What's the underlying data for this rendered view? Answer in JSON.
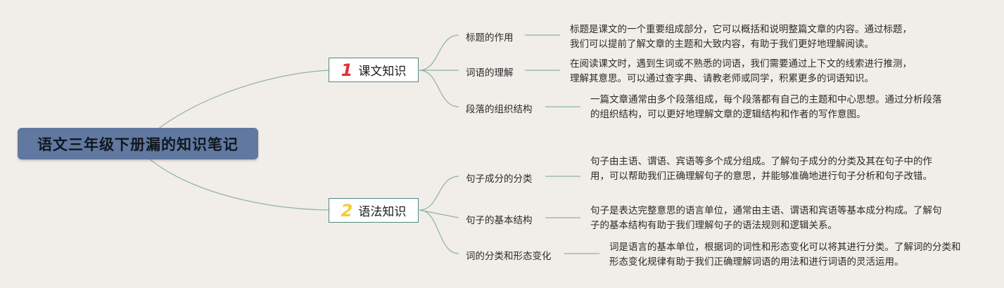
{
  "root": {
    "title": "语文三年级下册漏的知识笔记"
  },
  "colors": {
    "root_bg": "#6178a0",
    "branch_border": "#4f8a82",
    "line": "#8db3a8",
    "num1": "#e0323a",
    "num2": "#f1cd3a"
  },
  "branches": [
    {
      "number": "1",
      "label": "课文知识",
      "topics": [
        {
          "title": "标题的作用",
          "desc": "标题是课文的一个重要组成部分，它可以概括和说明整篇文章的内容。通过标题，我们可以提前了解文章的主题和大致内容，有助于我们更好地理解阅读。"
        },
        {
          "title": "词语的理解",
          "desc": "在阅读课文时，遇到生词或不熟悉的词语，我们需要通过上下文的线索进行推测，理解其意思。可以通过查字典、请教老师或同学，积累更多的词语知识。"
        },
        {
          "title": "段落的组织结构",
          "desc": "一篇文章通常由多个段落组成，每个段落都有自己的主题和中心思想。通过分析段落的组织结构，可以更好地理解文章的逻辑结构和作者的写作意图。"
        }
      ]
    },
    {
      "number": "2",
      "label": "语法知识",
      "topics": [
        {
          "title": "句子成分的分类",
          "desc": "句子由主语、谓语、宾语等多个成分组成。了解句子成分的分类及其在句子中的作用，可以帮助我们正确理解句子的意思，并能够准确地进行句子分析和句子改错。"
        },
        {
          "title": "句子的基本结构",
          "desc": "句子是表达完整意思的语言单位，通常由主语、谓语和宾语等基本成分构成。了解句子的基本结构有助于我们理解句子的语法规则和逻辑关系。"
        },
        {
          "title": "词的分类和形态变化",
          "desc": "词是语言的基本单位，根据词的词性和形态变化可以将其进行分类。了解词的分类和形态变化规律有助于我们正确理解词语的用法和进行词语的灵活运用。"
        }
      ]
    }
  ]
}
